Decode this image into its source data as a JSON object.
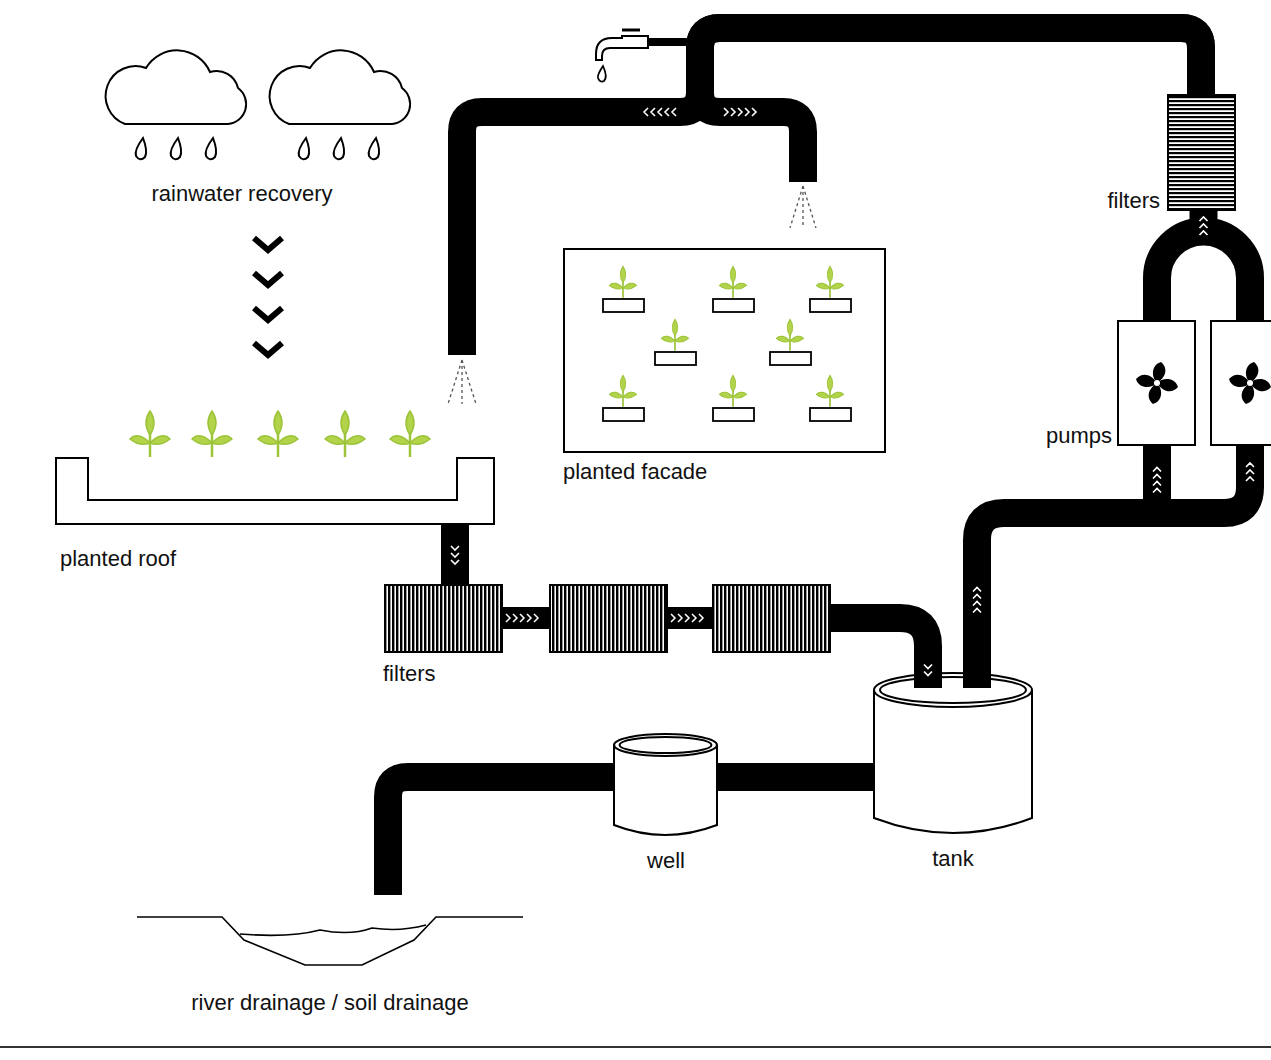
{
  "diagram": {
    "nodes": [
      {
        "text": [
          "rainwater recovery"
        ]
      },
      {
        "text": [
          "planted roof"
        ]
      },
      {
        "text": [
          "planted facade"
        ]
      },
      {
        "text": [
          "filters"
        ]
      },
      {
        "text": [
          "pumps"
        ]
      },
      {
        "text": [
          "filters"
        ]
      },
      {
        "text": [
          "well"
        ]
      },
      {
        "text": [
          "tank"
        ]
      },
      {
        "text": [
          "river drainage / soil drainage"
        ]
      }
    ],
    "edges": [
      {
        "from": 0,
        "to": 1,
        "arrow": "to"
      },
      {
        "from": 1,
        "to": 5,
        "arrow": "to"
      },
      {
        "from": 5,
        "to": 7,
        "arrow": "to"
      },
      {
        "from": 7,
        "to": 4,
        "arrow": "to"
      },
      {
        "from": 4,
        "to": 3,
        "arrow": "to"
      },
      {
        "from": 3,
        "to": 2,
        "arrow": "to"
      },
      {
        "from": 3,
        "to": 1,
        "arrow": "to"
      },
      {
        "from": 7,
        "to": 6,
        "arrow": "none"
      },
      {
        "from": 6,
        "to": 8,
        "arrow": "none"
      }
    ]
  }
}
